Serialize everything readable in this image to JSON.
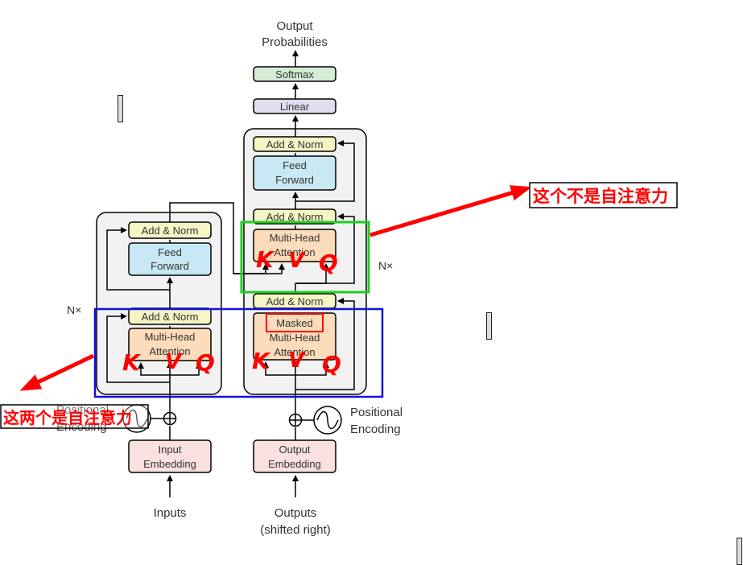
{
  "diagram": {
    "output_probabilities": [
      "Output",
      "Probabilities"
    ],
    "softmax": "Softmax",
    "linear": "Linear",
    "add_norm": "Add & Norm",
    "feed_forward": [
      "Feed",
      "Forward"
    ],
    "multi_head_attention": [
      "Multi-Head",
      "Attention"
    ],
    "masked": "Masked",
    "nx": "N×",
    "positional_encoding": [
      "Positional",
      "Encoding"
    ],
    "input_embedding": [
      "Input",
      "Embedding"
    ],
    "output_embedding": [
      "Output",
      "Embedding"
    ],
    "inputs": "Inputs",
    "outputs": [
      "Outputs",
      "(shifted right)"
    ],
    "plus": "+"
  },
  "annotations": {
    "not_self_attention": "这个不是自注意力",
    "these_two_self_attention": "这两个是自注意力",
    "kvq_letters": [
      "K",
      "V",
      "Q"
    ]
  },
  "colors": {
    "feed_forward": "#c7e8f4",
    "attention": "#fcdcba",
    "add_norm": "#f5f5c5",
    "embedding": "#fbe0e0",
    "softmax": "#d4ecd4",
    "linear": "#dfdff0",
    "annotation_red": "#ff0000",
    "box_green": "#22cc22",
    "box_blue": "#1111dd"
  }
}
